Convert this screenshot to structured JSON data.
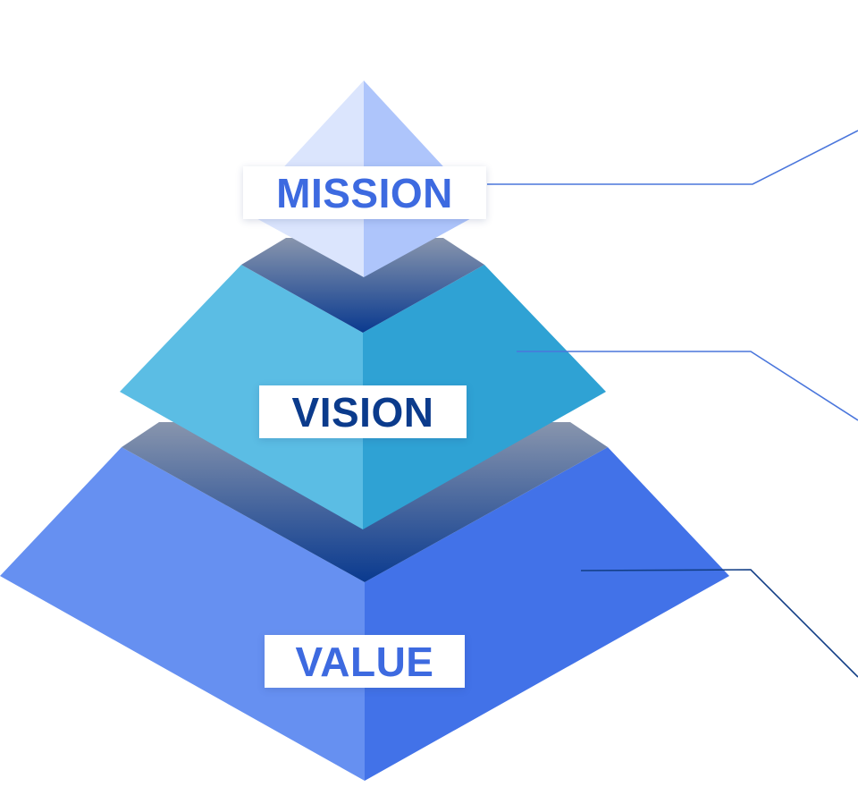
{
  "tiers": {
    "mission": {
      "label": "MISSION",
      "text_color": "#3d6ae0"
    },
    "vision": {
      "label": "VISION",
      "text_color": "#0b3b8c"
    },
    "value": {
      "label": "VALUE",
      "text_color": "#3d6ae0"
    }
  },
  "colors": {
    "mission_left": "#dbe5fd",
    "mission_right": "#aec5fb",
    "vision_left": "#5bbde4",
    "vision_right": "#2fa2d4",
    "value_left": "#6690f1",
    "value_right": "#4272e8",
    "gap_top": "#8895ad",
    "gap_bottom": "#0a3a8f",
    "connector_light": "#4a76dc",
    "connector_dark": "#123e86"
  }
}
